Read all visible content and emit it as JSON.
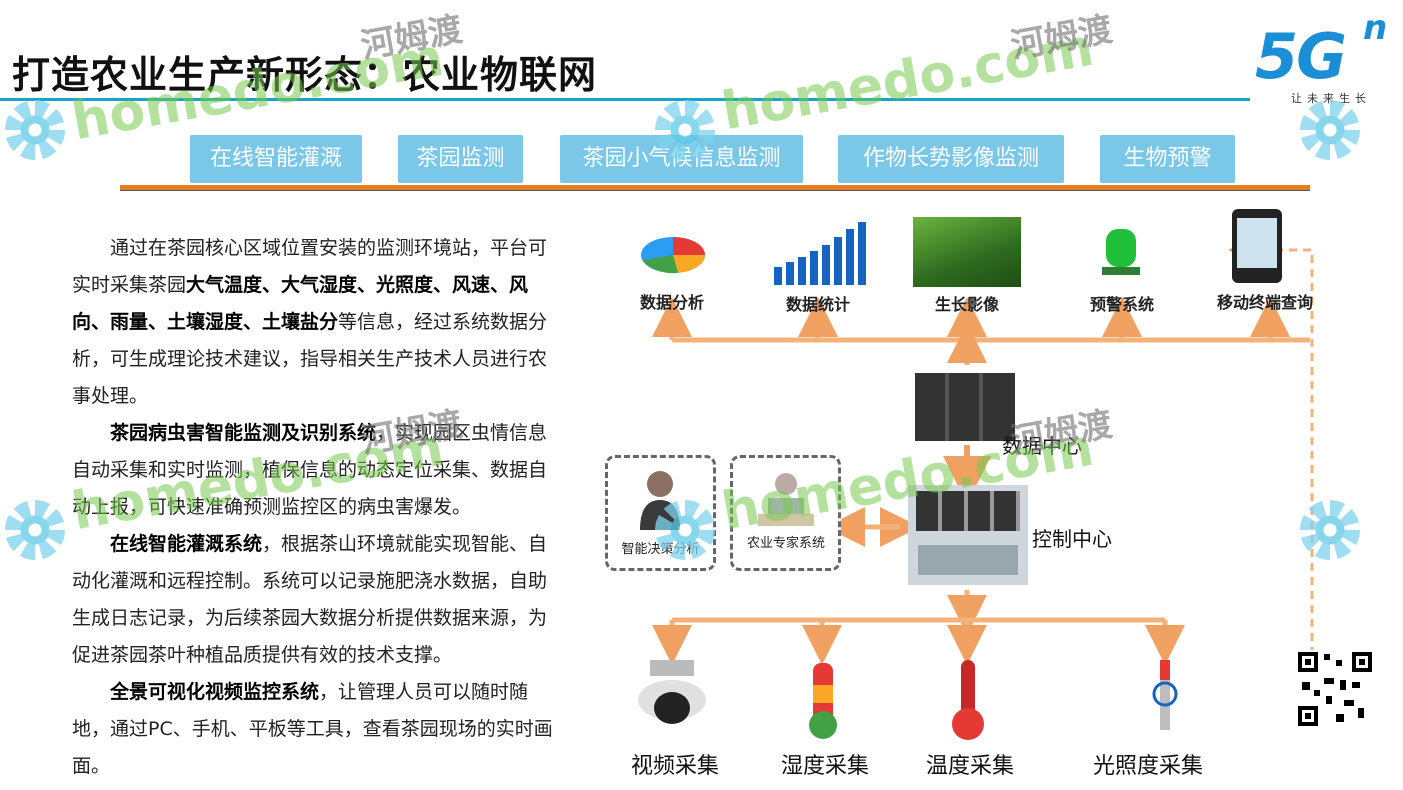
{
  "page": {
    "title": "打造农业生产新形态：农业物联网"
  },
  "logo": {
    "brand": "5G",
    "superscript": "n",
    "slogan": "让未来生长"
  },
  "tabs": [
    {
      "label": "在线智能灌溉"
    },
    {
      "label": "茶园监测"
    },
    {
      "label": "茶园小气候信息监测"
    },
    {
      "label": "作物长势影像监测"
    },
    {
      "label": "生物预警"
    }
  ],
  "body": {
    "p1_a": "通过在茶园核心区域位置安装的监测环境站，平台可实时采集茶园",
    "p1_bold": "大气温度、大气湿度、光照度、风速、风向、雨量、土壤湿度、土壤盐分",
    "p1_b": "等信息，经过系统数据分析，可生成理论技术建议，指导相关生产技术人员进行农事处理。",
    "p2_bold": "茶园病虫害智能监测及识别系统",
    "p2_b": "，实现园区虫情信息自动采集和实时监测，植保信息的动态定位采集、数据自动上报，可快速准确预测监控区的病虫害爆发。",
    "p3_bold": "在线智能灌溉系统",
    "p3_b": "，根据茶山环境就能实现智能、自动化灌溉和远程控制。系统可以记录施肥浇水数据，自助生成日志记录，为后续茶园大数据分析提供数据来源，为促进茶园茶叶种植品质提供有效的技术支撑。",
    "p4_bold": "全景可视化视频监控系统",
    "p4_b": "，让管理人员可以随时随地，通过PC、手机、平板等工具，查看茶园现场的实时画面。"
  },
  "diagram": {
    "top_nodes": [
      {
        "label": "数据分析",
        "icon": "pie-chart-icon"
      },
      {
        "label": "数据统计",
        "icon": "bar-chart-icon"
      },
      {
        "label": "生长影像",
        "icon": "grass-photo-icon"
      },
      {
        "label": "预警系统",
        "icon": "alarm-light-icon"
      },
      {
        "label": "移动终端查询",
        "icon": "phone-icon"
      }
    ],
    "data_center": "数据中心",
    "control_center": "控制中心",
    "side_boxes": [
      {
        "label": "智能决策分析",
        "icon": "person-icon"
      },
      {
        "label": "农业专家系统",
        "icon": "expert-icon"
      }
    ],
    "bottom_nodes": [
      {
        "label": "视频采集",
        "icon": "camera-icon"
      },
      {
        "label": "湿度采集",
        "icon": "humidity-gauge-icon"
      },
      {
        "label": "温度采集",
        "icon": "thermometer-icon"
      },
      {
        "label": "光照度采集",
        "icon": "light-sensor-icon"
      }
    ]
  },
  "watermarks": {
    "latin": "homedo.com",
    "cn": "河姆渡"
  },
  "colors": {
    "tab_bg": "#7ac7e8",
    "accent_orange": "#e67e22",
    "title_rule": "#1aa3c8"
  }
}
